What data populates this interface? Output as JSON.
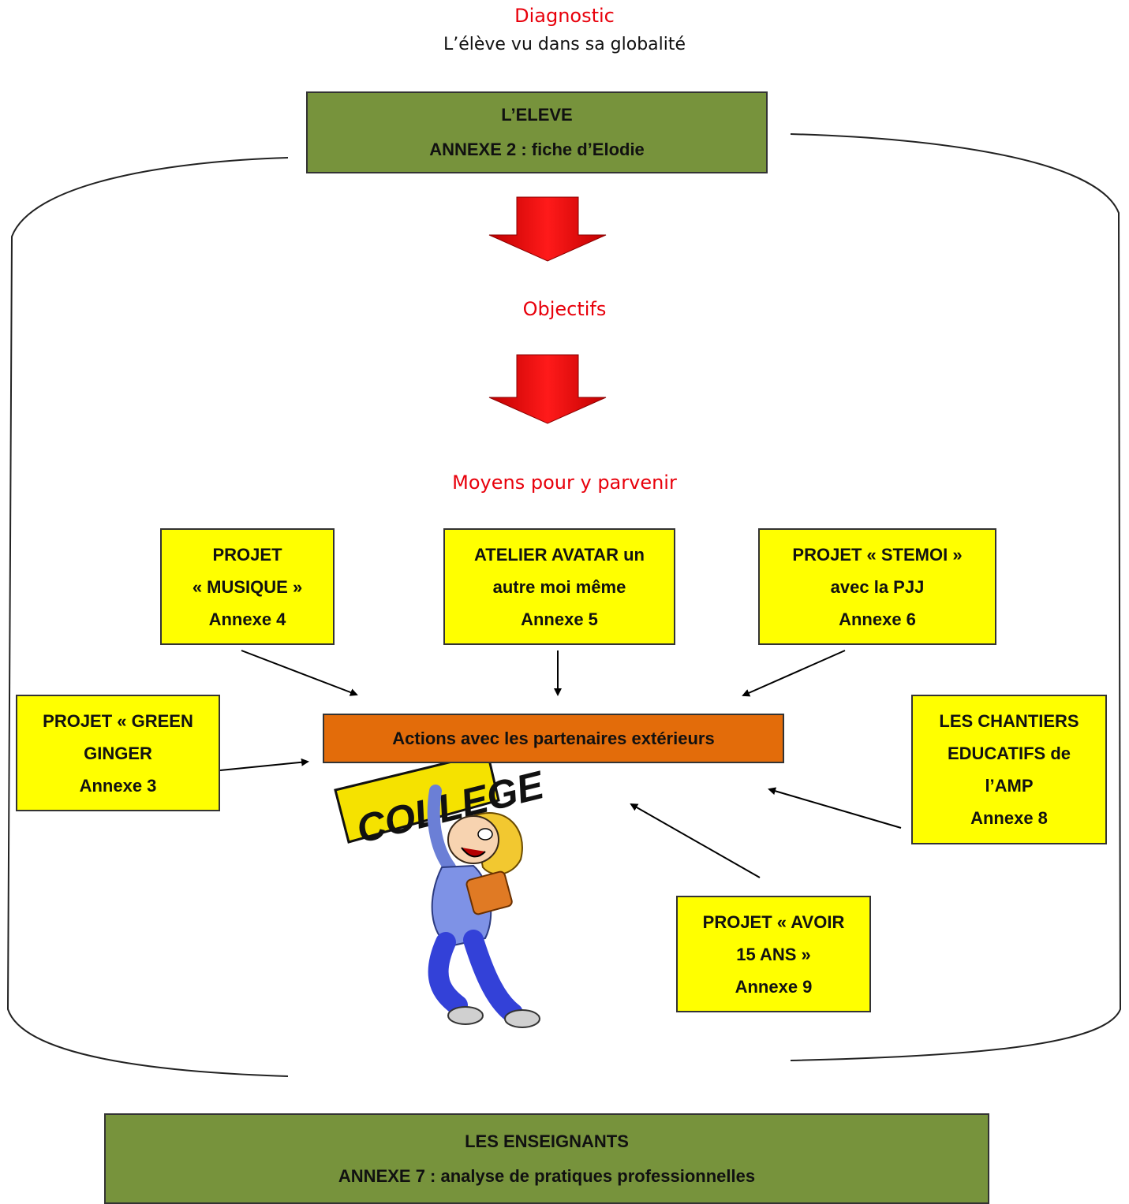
{
  "headers": {
    "diagnostic": "Diagnostic",
    "subtitle": "L’élève vu dans sa globalité",
    "objectifs": "Objectifs",
    "moyens": "Moyens pour y parvenir"
  },
  "eleve_box": {
    "line1": "L’ELEVE",
    "line2": "ANNEXE 2 : fiche d’Elodie"
  },
  "projects": {
    "musique": {
      "line1": "PROJET",
      "line2": "« MUSIQUE »",
      "line3": "Annexe 4"
    },
    "avatar": {
      "line1": "ATELIER AVATAR un",
      "line2": "autre moi même",
      "line3": "Annexe 5"
    },
    "stemoi": {
      "line1": "PROJET « STEMOI »",
      "line2": "avec la PJJ",
      "line3": "Annexe 6"
    },
    "green_ginger": {
      "line1": "PROJET « GREEN",
      "line2": "GINGER",
      "line3": "Annexe 3"
    },
    "chantiers": {
      "line1": "LES CHANTIERS",
      "line2": "EDUCATIFS de",
      "line3": "l’AMP",
      "line4": "Annexe 8"
    },
    "avoir15": {
      "line1": "PROJET « AVOIR",
      "line2": "15 ANS »",
      "line3": "Annexe 9"
    }
  },
  "center_box": {
    "label": "Actions avec les partenaires extérieurs"
  },
  "clipart": {
    "sign_text": "COLLEGE"
  },
  "enseignants_box": {
    "line1": "LES ENSEIGNANTS",
    "line2": "ANNEXE 7 : analyse de pratiques professionnelles"
  },
  "colors": {
    "red_text": "#e8000b",
    "green_box": "#77933c",
    "yellow_box": "#ffff00",
    "orange_box": "#e36c0a",
    "arrow_red": "#ff0000"
  }
}
